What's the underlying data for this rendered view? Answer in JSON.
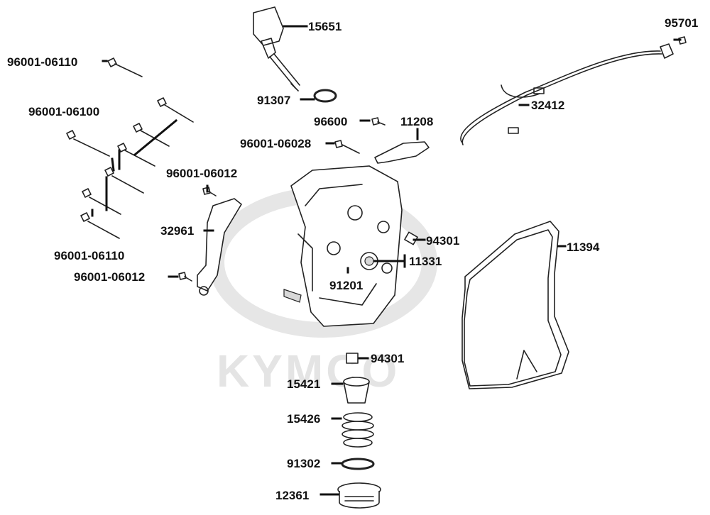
{
  "watermark": {
    "brand": "KYMCO"
  },
  "labels": {
    "p15651": "15651",
    "p95701": "95701",
    "p96001_06110_top": "96001-06110",
    "p91307": "91307",
    "p32412": "32412",
    "p96001_06100": "96001-06100",
    "p96600": "96600",
    "p11208": "11208",
    "p96001_06028": "96001-06028",
    "p96001_06012_top": "96001-06012",
    "p32961": "32961",
    "p94301_top": "94301",
    "p11394": "11394",
    "p11331": "11331",
    "p96001_06110_bottom": "96001-06110",
    "p91201": "91201",
    "p96001_06012_bottom": "96001-06012",
    "p94301_bottom": "94301",
    "p15421": "15421",
    "p15426": "15426",
    "p91302": "91302",
    "p12361": "12361"
  }
}
